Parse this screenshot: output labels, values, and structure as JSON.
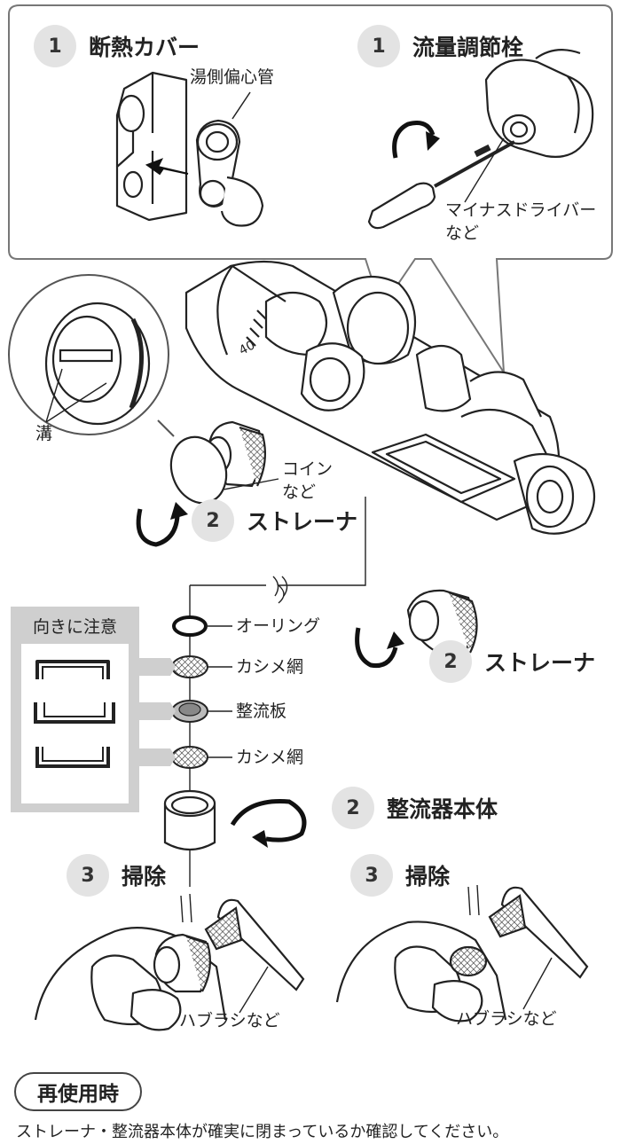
{
  "steps": {
    "insulation_cover": {
      "num": "1",
      "title": "断熱カバー"
    },
    "flow_valve": {
      "num": "1",
      "title": "流量調節栓"
    },
    "strainer_left": {
      "num": "2",
      "title": "ストレーナ"
    },
    "strainer_right": {
      "num": "2",
      "title": "ストレーナ"
    },
    "rectifier_body": {
      "num": "2",
      "title": "整流器本体"
    },
    "clean_left": {
      "num": "3",
      "title": "掃除"
    },
    "clean_right": {
      "num": "3",
      "title": "掃除"
    }
  },
  "labels": {
    "eccentric_pipe": "湯側偏心管",
    "screwdriver_line1": "マイナスドライバー",
    "screwdriver_line2": "など",
    "groove": "溝",
    "coin_line1": "コイン",
    "coin_line2": "など",
    "oring": "オーリング",
    "mesh_top": "カシメ網",
    "rectifier_plate": "整流板",
    "mesh_bottom": "カシメ網",
    "toothbrush_left": "ハブラシなど",
    "toothbrush_right": "ハブラシなど",
    "dial_mark": "40"
  },
  "orientation_note": {
    "title": "向きに注意"
  },
  "reuse": {
    "badge": "再使用時",
    "text": "ストレーナ・整流器本体が確実に閉まっているか確認してください。"
  }
}
